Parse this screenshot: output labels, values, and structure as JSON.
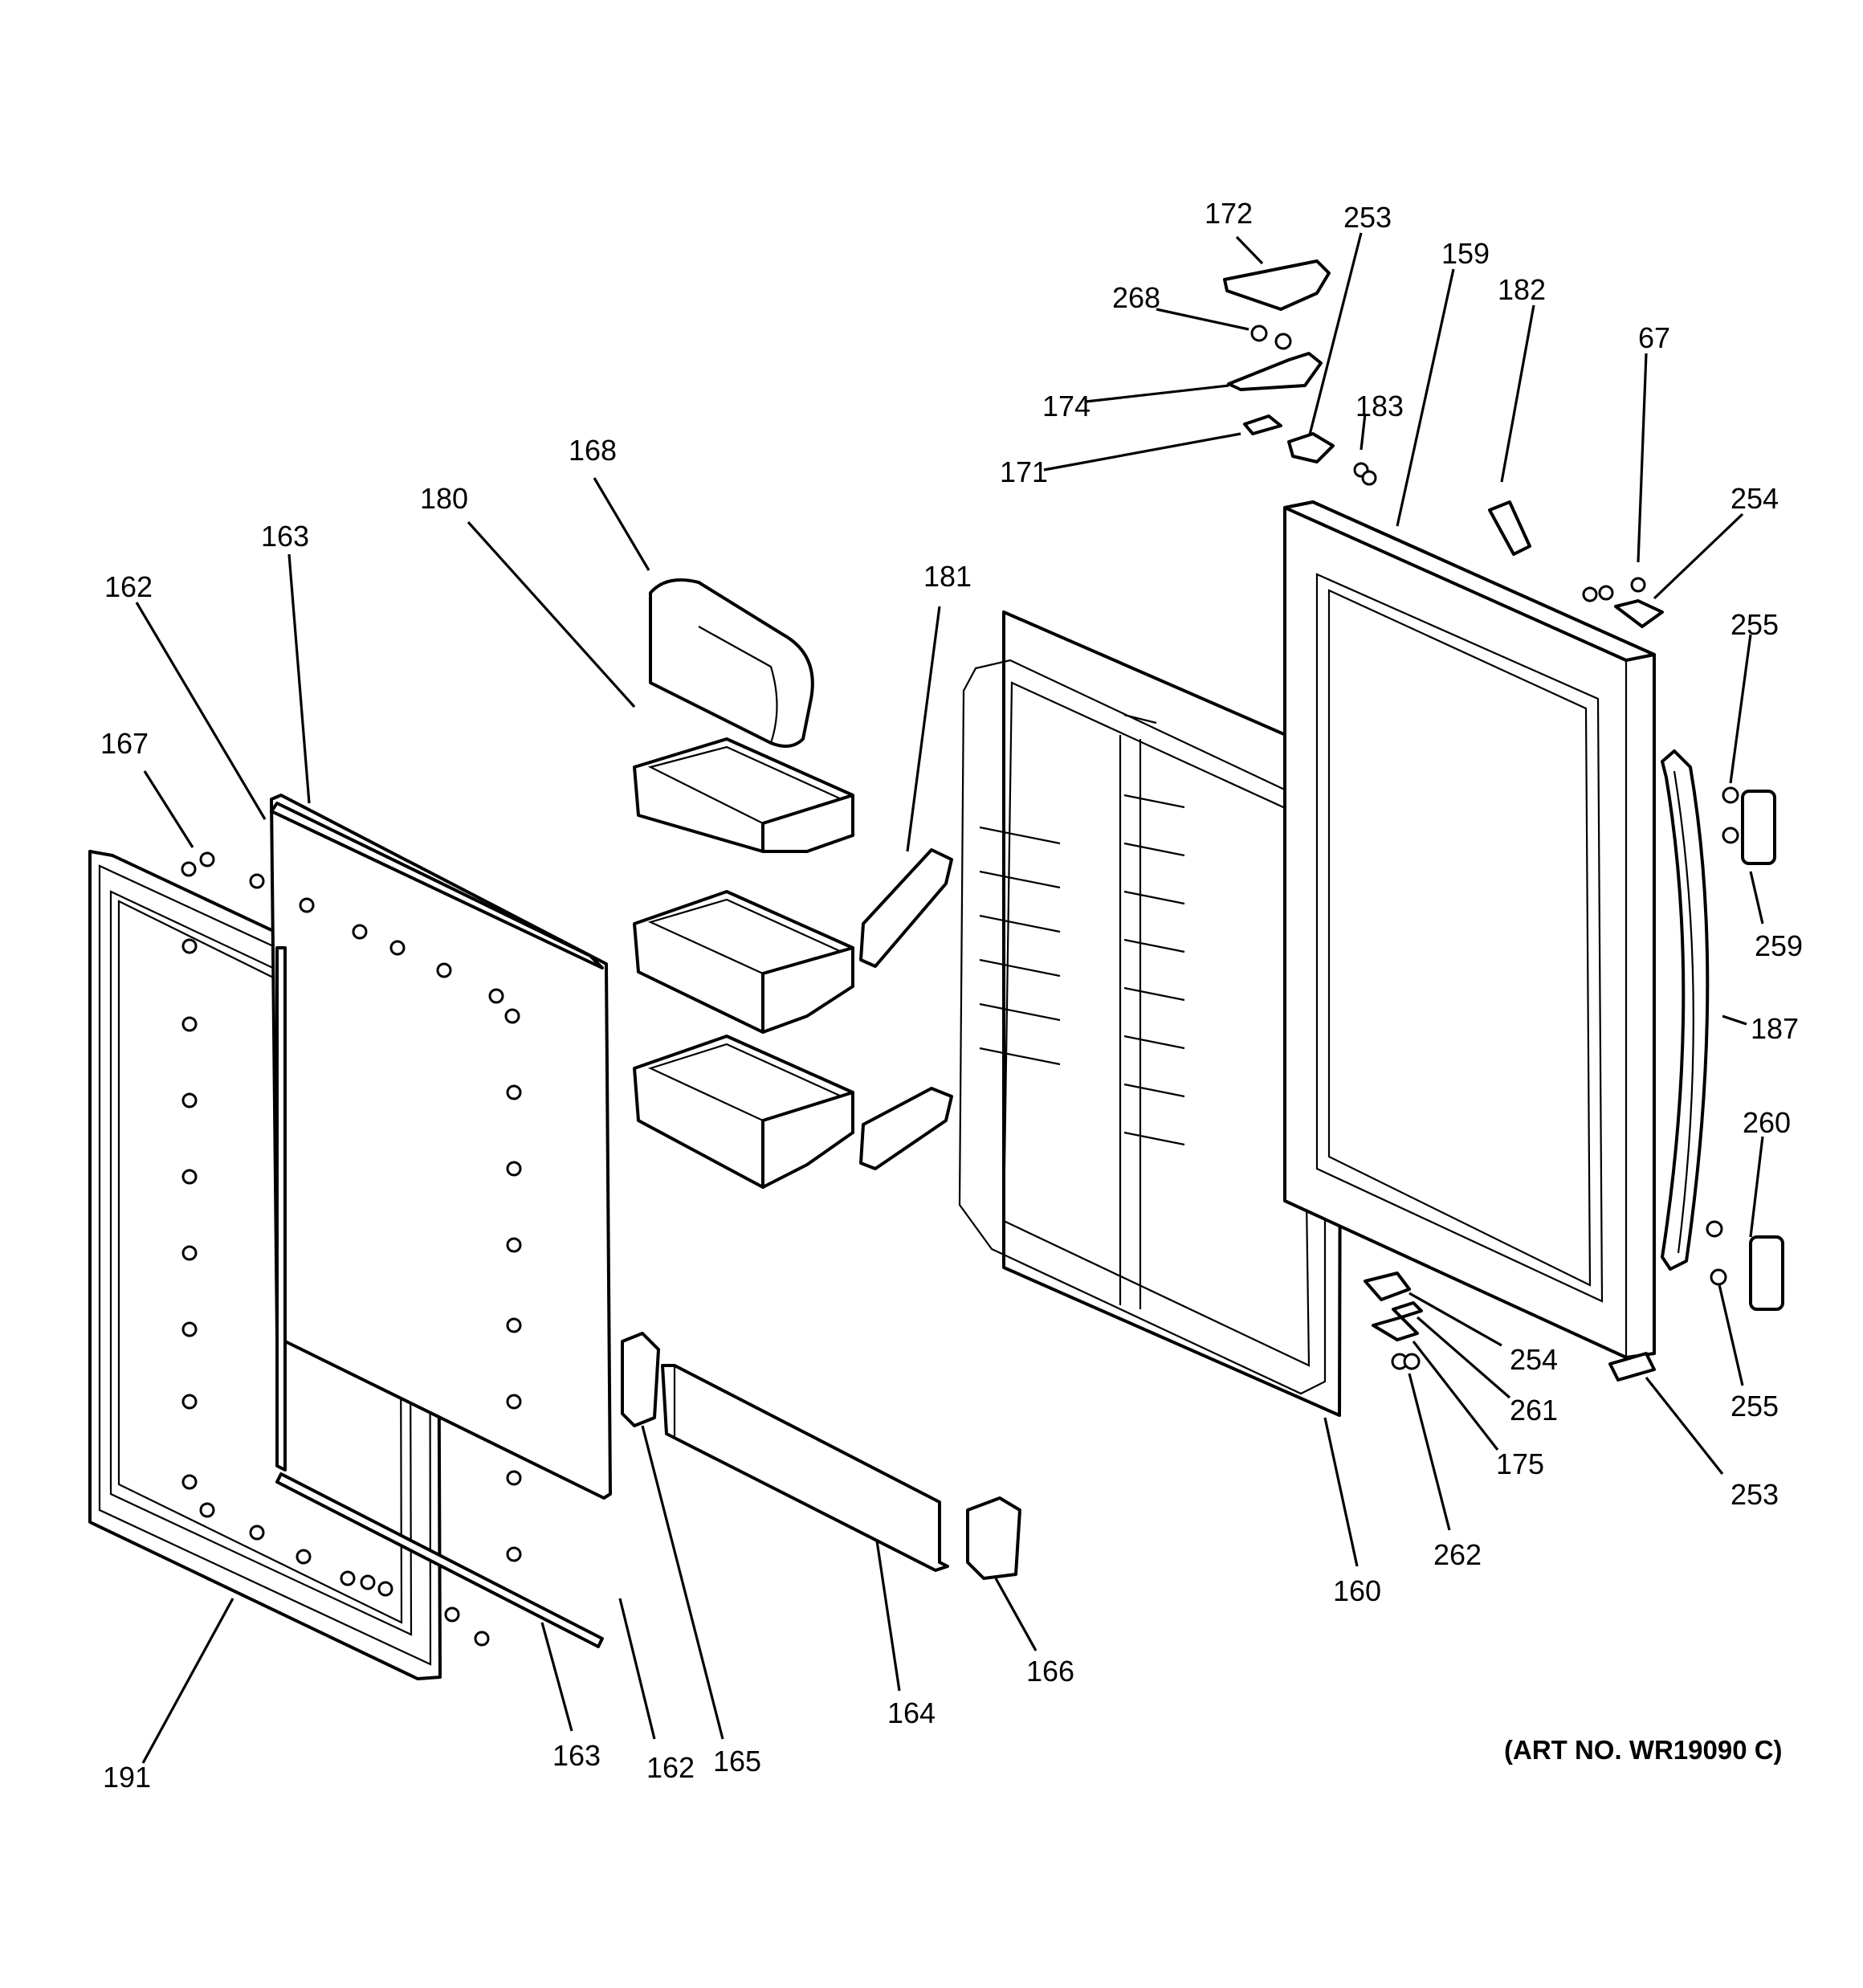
{
  "labels": {
    "p172": "172",
    "p253_top": "253",
    "p159": "159",
    "p182": "182",
    "p67": "67",
    "p268": "268",
    "p174": "174",
    "p183": "183",
    "p171": "171",
    "p254_top": "254",
    "p168": "168",
    "p180": "180",
    "p163_top": "163",
    "p162_top": "162",
    "p181": "181",
    "p255_top": "255",
    "p167": "167",
    "p259": "259",
    "p187": "187",
    "p260": "260",
    "p254_bot": "254",
    "p261": "261",
    "p255_bot": "255",
    "p175": "175",
    "p253_bot": "253",
    "p262": "262",
    "p160": "160",
    "p166": "166",
    "p164": "164",
    "p191": "191",
    "p163_bot": "163",
    "p162_bot": "162",
    "p165": "165"
  },
  "art_number": "(ART NO. WR19090 C)"
}
